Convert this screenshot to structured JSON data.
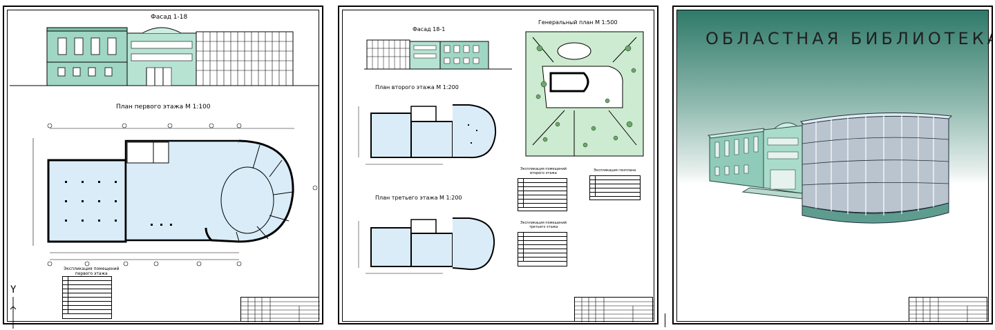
{
  "sheet1": {
    "facade_title": "Фасад 1-18",
    "plan_title": "План первого этажа М 1:100",
    "legend_title_line1": "Экспликация помещений",
    "legend_title_line2": "первого этажа"
  },
  "sheet2": {
    "facade_title": "Фасад 18-1",
    "plan2_title": "План второго этажа М 1:200",
    "plan3_title": "План третьего этажа М 1:200",
    "masterplan_title": "Генеральный план М 1:500",
    "legend2_title_line1": "Экспликация помещений",
    "legend2_title_line2": "второго этажа",
    "legend3_title_line1": "Экспликация помещений",
    "legend3_title_line2": "третьего этажа",
    "legend_site_title": "Экспликация генплана"
  },
  "sheet3": {
    "title": "ОБЛАСТНАЯ БИБЛИОТЕКА"
  },
  "ucs": {
    "y_label": "Y"
  },
  "colors": {
    "wall_teal": "#9fd6c4",
    "plan_fill": "#d9ecf8",
    "glass": "#b9c4cf",
    "sky_top": "#2f7a6a",
    "site_green": "#cdebd0"
  }
}
